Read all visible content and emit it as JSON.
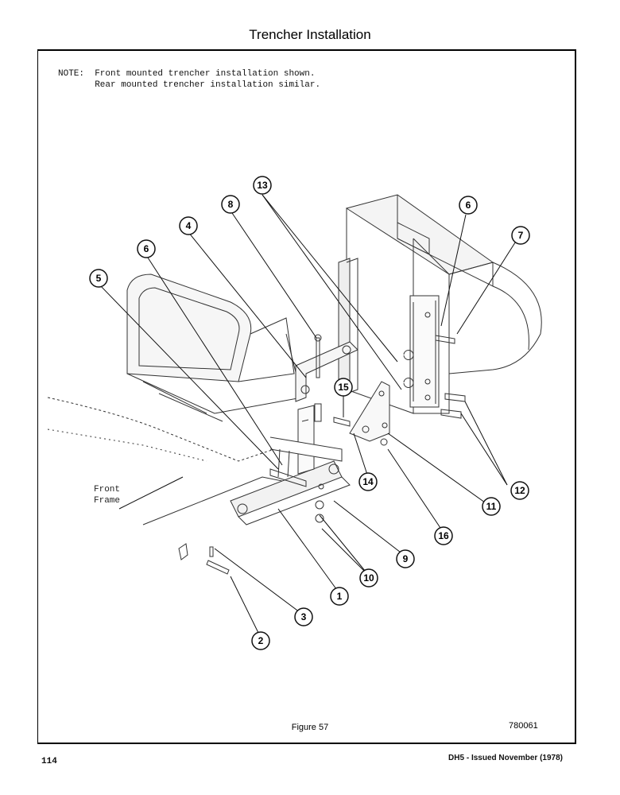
{
  "page": {
    "title": "Trencher Installation",
    "page_number": "114",
    "document_id": "DH5 - Issued November (1978)"
  },
  "note": {
    "line1": "NOTE:  Front mounted trencher installation shown.",
    "line2": "       Rear mounted trencher installation similar."
  },
  "frame_label": {
    "line1": "Front",
    "line2": "Frame"
  },
  "figure": {
    "caption": "Figure 57",
    "code": "780061"
  },
  "callouts": [
    "13",
    "8",
    "6",
    "4",
    "6",
    "7",
    "5",
    "15",
    "12",
    "14",
    "11",
    "16",
    "9",
    "10",
    "1",
    "3",
    "2"
  ]
}
